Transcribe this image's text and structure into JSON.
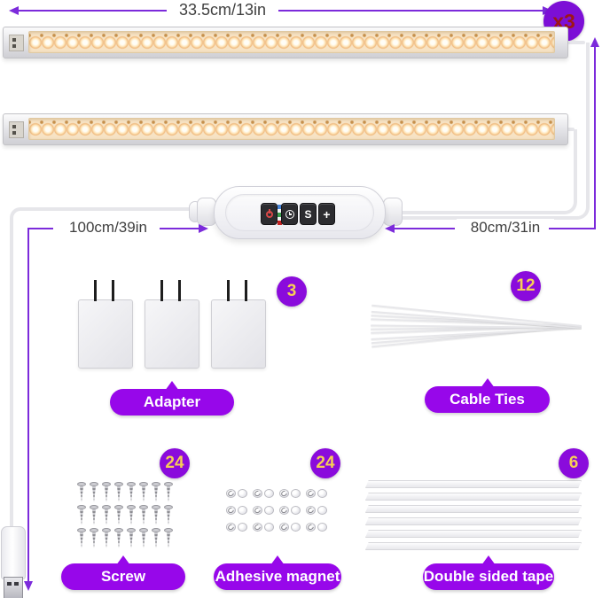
{
  "colors": {
    "arrow_purple": "#7C2BDB",
    "badge_purple": "#8A0BDC",
    "pill_purple": "#9707EA",
    "badge_number_text": "#F6CF55",
    "x3_text": "#9E1616",
    "dimension_text": "#3F3F3F",
    "led_warm": "#F0BB80"
  },
  "annotations": {
    "strip_length": "33.5cm/13in",
    "strip_multiplier": "x3",
    "usb_cable_length": "100cm/39in",
    "link_cable_length": "80cm/31in"
  },
  "controller": {
    "buttons": [
      {
        "icon": "power-icon"
      },
      {
        "icon": "clock-icon"
      },
      {
        "icon": "mode-letter",
        "glyph": "S"
      },
      {
        "icon": "brightness-plus",
        "glyph": "+"
      }
    ],
    "indicator_colors": [
      "#4A86D8",
      "#3D9E4E",
      "#C32222"
    ],
    "mode_label": "S",
    "dim_label": "+"
  },
  "accessories": {
    "adapter": {
      "label": "Adapter",
      "count": "3"
    },
    "cable_ties": {
      "label": "Cable Ties",
      "count": "12"
    },
    "screw": {
      "label": "Screw",
      "count": "24"
    },
    "adhesive_magnet": {
      "label": "Adhesive magnet",
      "count": "24"
    },
    "double_sided_tape": {
      "label": "Double sided tape",
      "count": "6"
    }
  }
}
